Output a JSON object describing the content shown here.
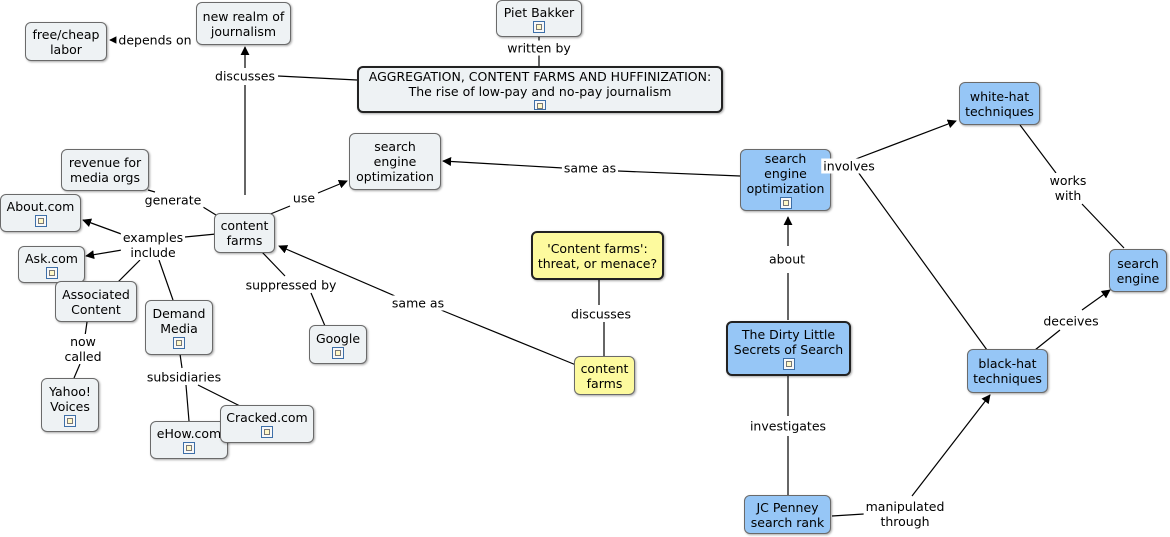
{
  "nodes": {
    "new_realm": {
      "text": "new realm of\njournalism",
      "icon": "none"
    },
    "free_labor": {
      "text": "free/cheap\nlabor",
      "icon": "none"
    },
    "piet": {
      "text": "Piet Bakker",
      "icon": "document-icon"
    },
    "aggregation": {
      "text": "AGGREGATION, CONTENT FARMS AND HUFFINIZATION:\nThe rise of low-pay and no-pay journalism",
      "icon": "document-icon"
    },
    "seo_grey": {
      "text": "search\nengine\noptimization",
      "icon": "none"
    },
    "revenue": {
      "text": "revenue for\nmedia orgs",
      "icon": "none"
    },
    "about": {
      "text": "About.com",
      "icon": "document-icon"
    },
    "content_farms": {
      "text": "content\nfarms",
      "icon": "none"
    },
    "ask": {
      "text": "Ask.com",
      "icon": "document-icon"
    },
    "associated": {
      "text": "Associated\nContent",
      "icon": "none"
    },
    "demand": {
      "text": "Demand\nMedia",
      "icon": "document-icon"
    },
    "google": {
      "text": "Google",
      "icon": "document-icon"
    },
    "yahoo": {
      "text": "Yahoo!\nVoices",
      "icon": "document-icon"
    },
    "ehow": {
      "text": "eHow.com",
      "icon": "document-icon"
    },
    "cracked": {
      "text": "Cracked.com",
      "icon": "document-icon"
    },
    "threat": {
      "text": "'Content farms':\nthreat, or menace?",
      "icon": "none"
    },
    "cf_yellow": {
      "text": "content\nfarms",
      "icon": "none"
    },
    "seo_blue": {
      "text": "search\nengine\noptimization",
      "icon": "document-icon"
    },
    "white_hat": {
      "text": "white-hat\ntechniques",
      "icon": "none"
    },
    "search_engine": {
      "text": "search\nengine",
      "icon": "none"
    },
    "dirty": {
      "text": "The Dirty Little\nSecrets of Search",
      "icon": "document-icon"
    },
    "black_hat": {
      "text": "black-hat\ntechniques",
      "icon": "none"
    },
    "jcpenney": {
      "text": "JC Penney\nsearch rank",
      "icon": "none"
    }
  },
  "links": {
    "depends_on": "depends on",
    "written_by": "written by",
    "discusses_1": "discusses",
    "use": "use",
    "same_as_1": "same as",
    "generate": "generate",
    "examples_include": "examples\ninclude",
    "suppressed_by": "suppressed by",
    "same_as_2": "same as",
    "discusses_2": "discusses",
    "now_called": "now\ncalled",
    "subsidiaries": "subsidiaries",
    "involves": "involves",
    "works_with": "works\nwith",
    "about": "about",
    "deceives": "deceives",
    "investigates": "investigates",
    "manipulated_through": "manipulated\nthrough"
  },
  "colors": {
    "grey_node": "#eef2f4",
    "blue_node": "#96c6f6",
    "yellow_node": "#fdfa9e",
    "line": "#000000"
  }
}
